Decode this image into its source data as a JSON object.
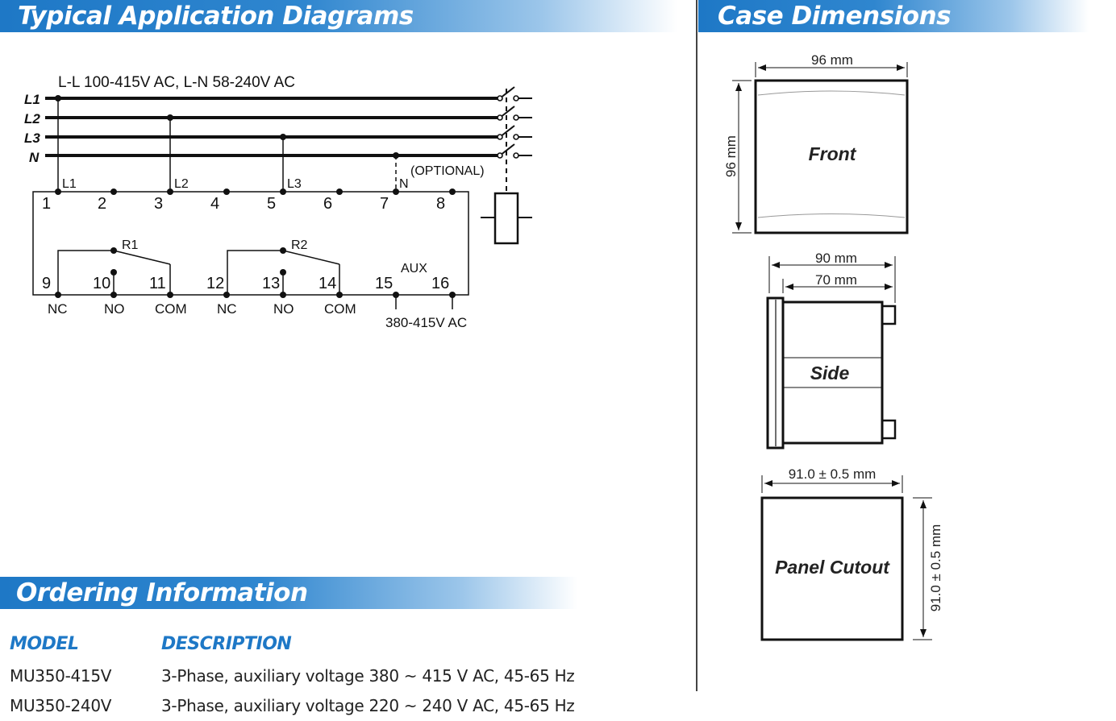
{
  "sections": {
    "typical": "Typical Application Diagrams",
    "case": "Case Dimensions",
    "ordering": "Ordering Information"
  },
  "wiring": {
    "supply_label": "L-L 100-415V AC, L-N 58-240V AC",
    "lines": [
      "L1",
      "L2",
      "L3",
      "N"
    ],
    "taps": [
      "L1",
      "L2",
      "L3",
      "N"
    ],
    "optional": "(OPTIONAL)",
    "terminals_top": [
      "1",
      "2",
      "3",
      "4",
      "5",
      "6",
      "7",
      "8"
    ],
    "terminals_bottom": [
      "9",
      "10",
      "11",
      "12",
      "13",
      "14",
      "15",
      "16"
    ],
    "relays": [
      "R1",
      "R2"
    ],
    "aux": "AUX",
    "contacts": [
      "NC",
      "NO",
      "COM",
      "NC",
      "NO",
      "COM"
    ],
    "aux_voltage": "380-415V AC"
  },
  "dimensions": {
    "front_width": "96 mm",
    "front_height": "96 mm",
    "front_label": "Front",
    "side_outer": "90 mm",
    "side_inner": "70 mm",
    "side_label": "Side",
    "cutout_width": "91.0 ± 0.5 mm",
    "cutout_height": "91.0 ± 0.5 mm",
    "cutout_label": "Panel Cutout"
  },
  "ordering": {
    "headers": {
      "model": "MODEL",
      "description": "DESCRIPTION"
    },
    "rows": [
      {
        "model": "MU350-415V",
        "description": "3-Phase, auxiliary voltage 380 ~ 415 V AC, 45-65 Hz"
      },
      {
        "model": "MU350-240V",
        "description": "3-Phase, auxiliary voltage 220 ~ 240 V AC, 45-65 Hz"
      }
    ]
  }
}
